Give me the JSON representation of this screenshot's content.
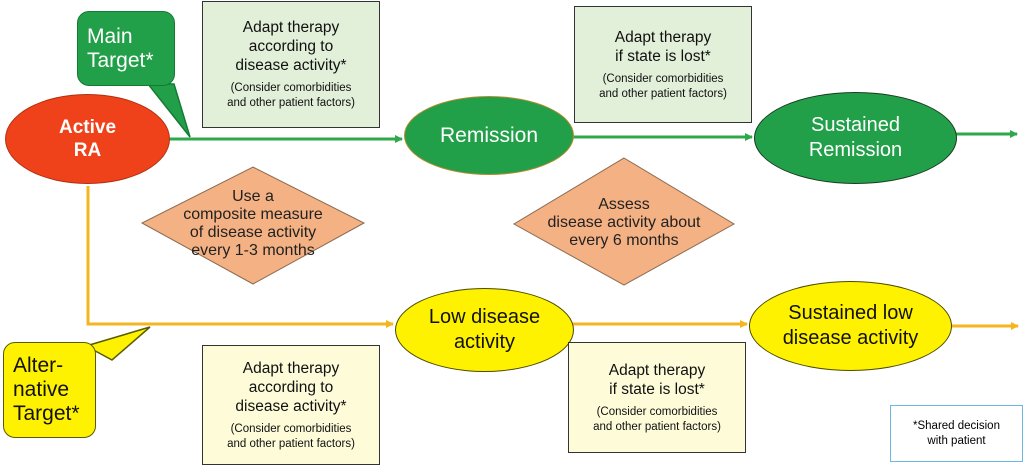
{
  "colors": {
    "green_line": "#2ea84a",
    "yellow_line": "#f5b51e",
    "red_node": "#f0421a",
    "green_node": "#22a049",
    "yellow_node": "#fff200",
    "diamond": "#f4b183",
    "green_box": "#e2efd9",
    "yellow_box": "#fdfbd8"
  },
  "callouts": {
    "main_target": [
      "Main",
      "Target*"
    ],
    "alternative_target": [
      "Alter-",
      "native",
      "Target*"
    ]
  },
  "nodes": {
    "active_ra": [
      "Active",
      "RA"
    ],
    "remission": [
      "Remission"
    ],
    "sustained_remission": [
      "Sustained",
      "Remission"
    ],
    "low_disease_activity": [
      "Low disease",
      "activity"
    ],
    "sustained_low": [
      "Sustained low",
      "disease activity"
    ]
  },
  "diamonds": {
    "composite_measure": [
      "Use a",
      "composite measure",
      "of disease activity",
      "every 1-3 months"
    ],
    "assess_activity": [
      "Assess",
      "disease activity about",
      "every 6 months"
    ]
  },
  "boxes": {
    "top_left": {
      "main": [
        "Adapt therapy",
        "according to",
        "disease activity*"
      ],
      "note": [
        "(Consider comorbidities",
        "and other patient factors)"
      ]
    },
    "top_right": {
      "main": [
        "Adapt therapy",
        "if state is lost*"
      ],
      "note": [
        "(Consider comorbidities",
        "and other patient factors)"
      ]
    },
    "bottom_left": {
      "main": [
        "Adapt therapy",
        "according to",
        "disease activity*"
      ],
      "note": [
        "(Consider comorbidities",
        "and other patient factors)"
      ]
    },
    "bottom_right": {
      "main": [
        "Adapt therapy",
        "if state is lost*"
      ],
      "note": [
        "(Consider comorbidities",
        "and other patient factors)"
      ]
    }
  },
  "legend": [
    "*Shared decision",
    "with patient"
  ]
}
